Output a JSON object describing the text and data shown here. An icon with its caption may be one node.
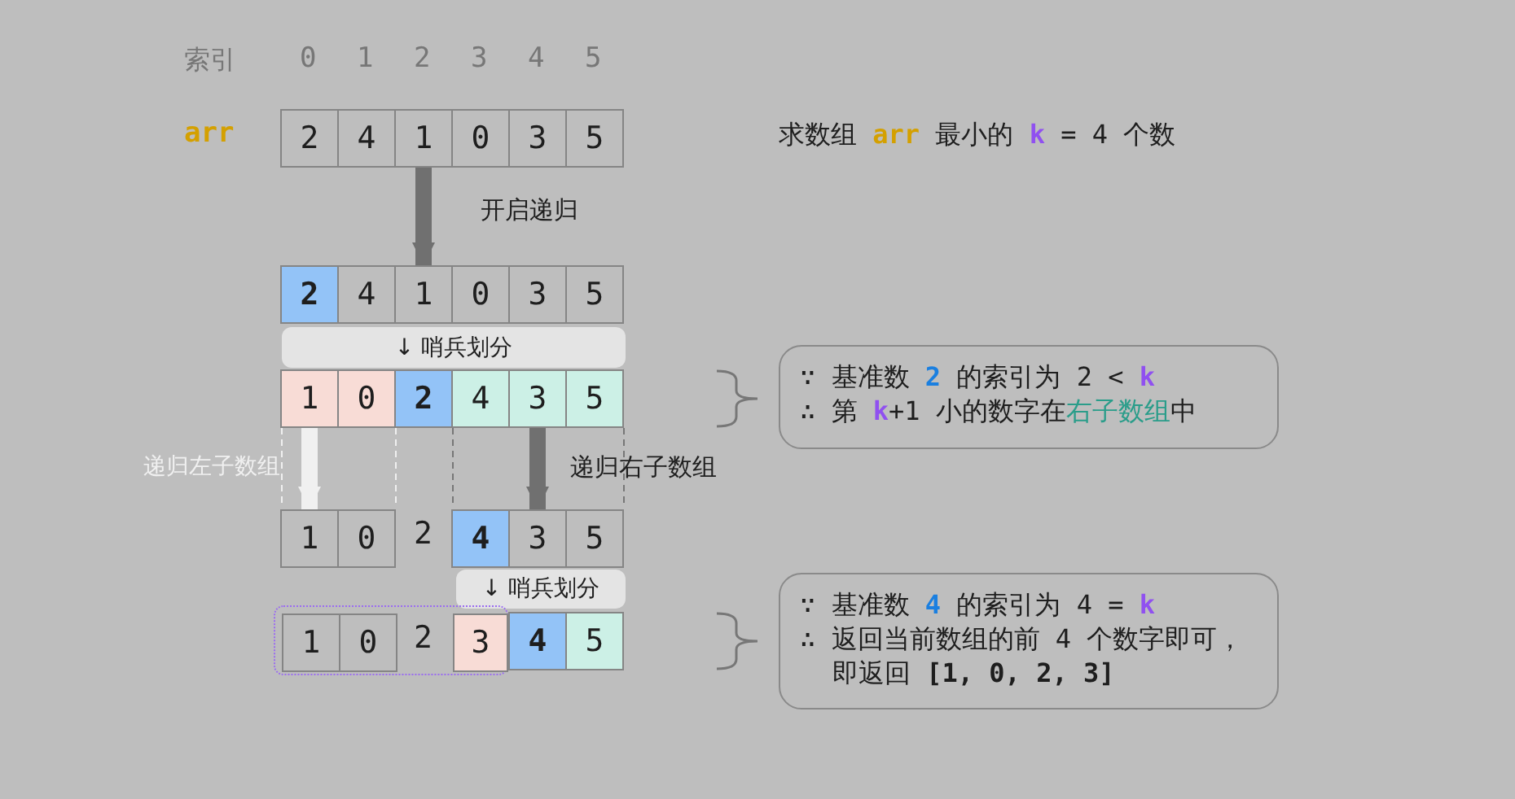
{
  "diagram": {
    "nodes": [
      {
        "text": [
          "2"
        ]
      },
      {
        "text": [
          "4"
        ]
      },
      {
        "text": [
          "1"
        ]
      },
      {
        "text": [
          "0"
        ]
      },
      {
        "text": [
          "3"
        ]
      },
      {
        "text": [
          "5"
        ]
      },
      {
        "text": [
          "2"
        ]
      },
      {
        "text": [
          "4"
        ]
      },
      {
        "text": [
          "1"
        ]
      },
      {
        "text": [
          "0"
        ]
      },
      {
        "text": [
          "3"
        ]
      },
      {
        "text": [
          "5"
        ]
      },
      {
        "text": [
          "↓ 哨兵划分"
        ]
      },
      {
        "text": [
          "1"
        ]
      },
      {
        "text": [
          "0"
        ]
      },
      {
        "text": [
          "2"
        ]
      },
      {
        "text": [
          "4"
        ]
      },
      {
        "text": [
          "3"
        ]
      },
      {
        "text": [
          "5"
        ]
      },
      {
        "text": [
          "1"
        ]
      },
      {
        "text": [
          "0"
        ]
      },
      {
        "text": [
          "4"
        ]
      },
      {
        "text": [
          "3"
        ]
      },
      {
        "text": [
          "5"
        ]
      },
      {
        "text": [
          "↓ 哨兵划分"
        ]
      },
      {
        "text": [],
        "shape": "box"
      },
      {
        "text": [
          "1"
        ],
        "in": 25
      },
      {
        "text": [
          "0"
        ],
        "in": 25
      },
      {
        "text": [
          "3"
        ],
        "in": 25
      },
      {
        "text": [
          "4"
        ]
      },
      {
        "text": [
          "5"
        ]
      },
      {
        "text": [
          "∵ 基准数 **2** 的索引为 2 < **k**",
          "∴ 第 **k**+1 小的数字在**右子数组**中"
        ]
      },
      {
        "text": [
          "∵ 基准数 **4** 的索引为 4 = **k**",
          "∴ 返回当前数组的前 4 个数字即可，即返回 **[1, 0, 2, 3]**"
        ]
      }
    ],
    "edges": [
      {
        "from": 2,
        "to": 8,
        "arrow": "to"
      },
      {
        "from": 13,
        "to": 19,
        "arrow": "to",
        "color": "#f0f0f0"
      },
      {
        "from": 17,
        "to": 22,
        "arrow": "to"
      }
    ],
    "labels": [
      "索引",
      "0",
      "1",
      "2",
      "3",
      "4",
      "5",
      "arr",
      "求数组 **arr** 最小的 **k** = 4 个数",
      "开启递归",
      "递归左子数组",
      "递归右子数组",
      "2",
      "2"
    ]
  }
}
